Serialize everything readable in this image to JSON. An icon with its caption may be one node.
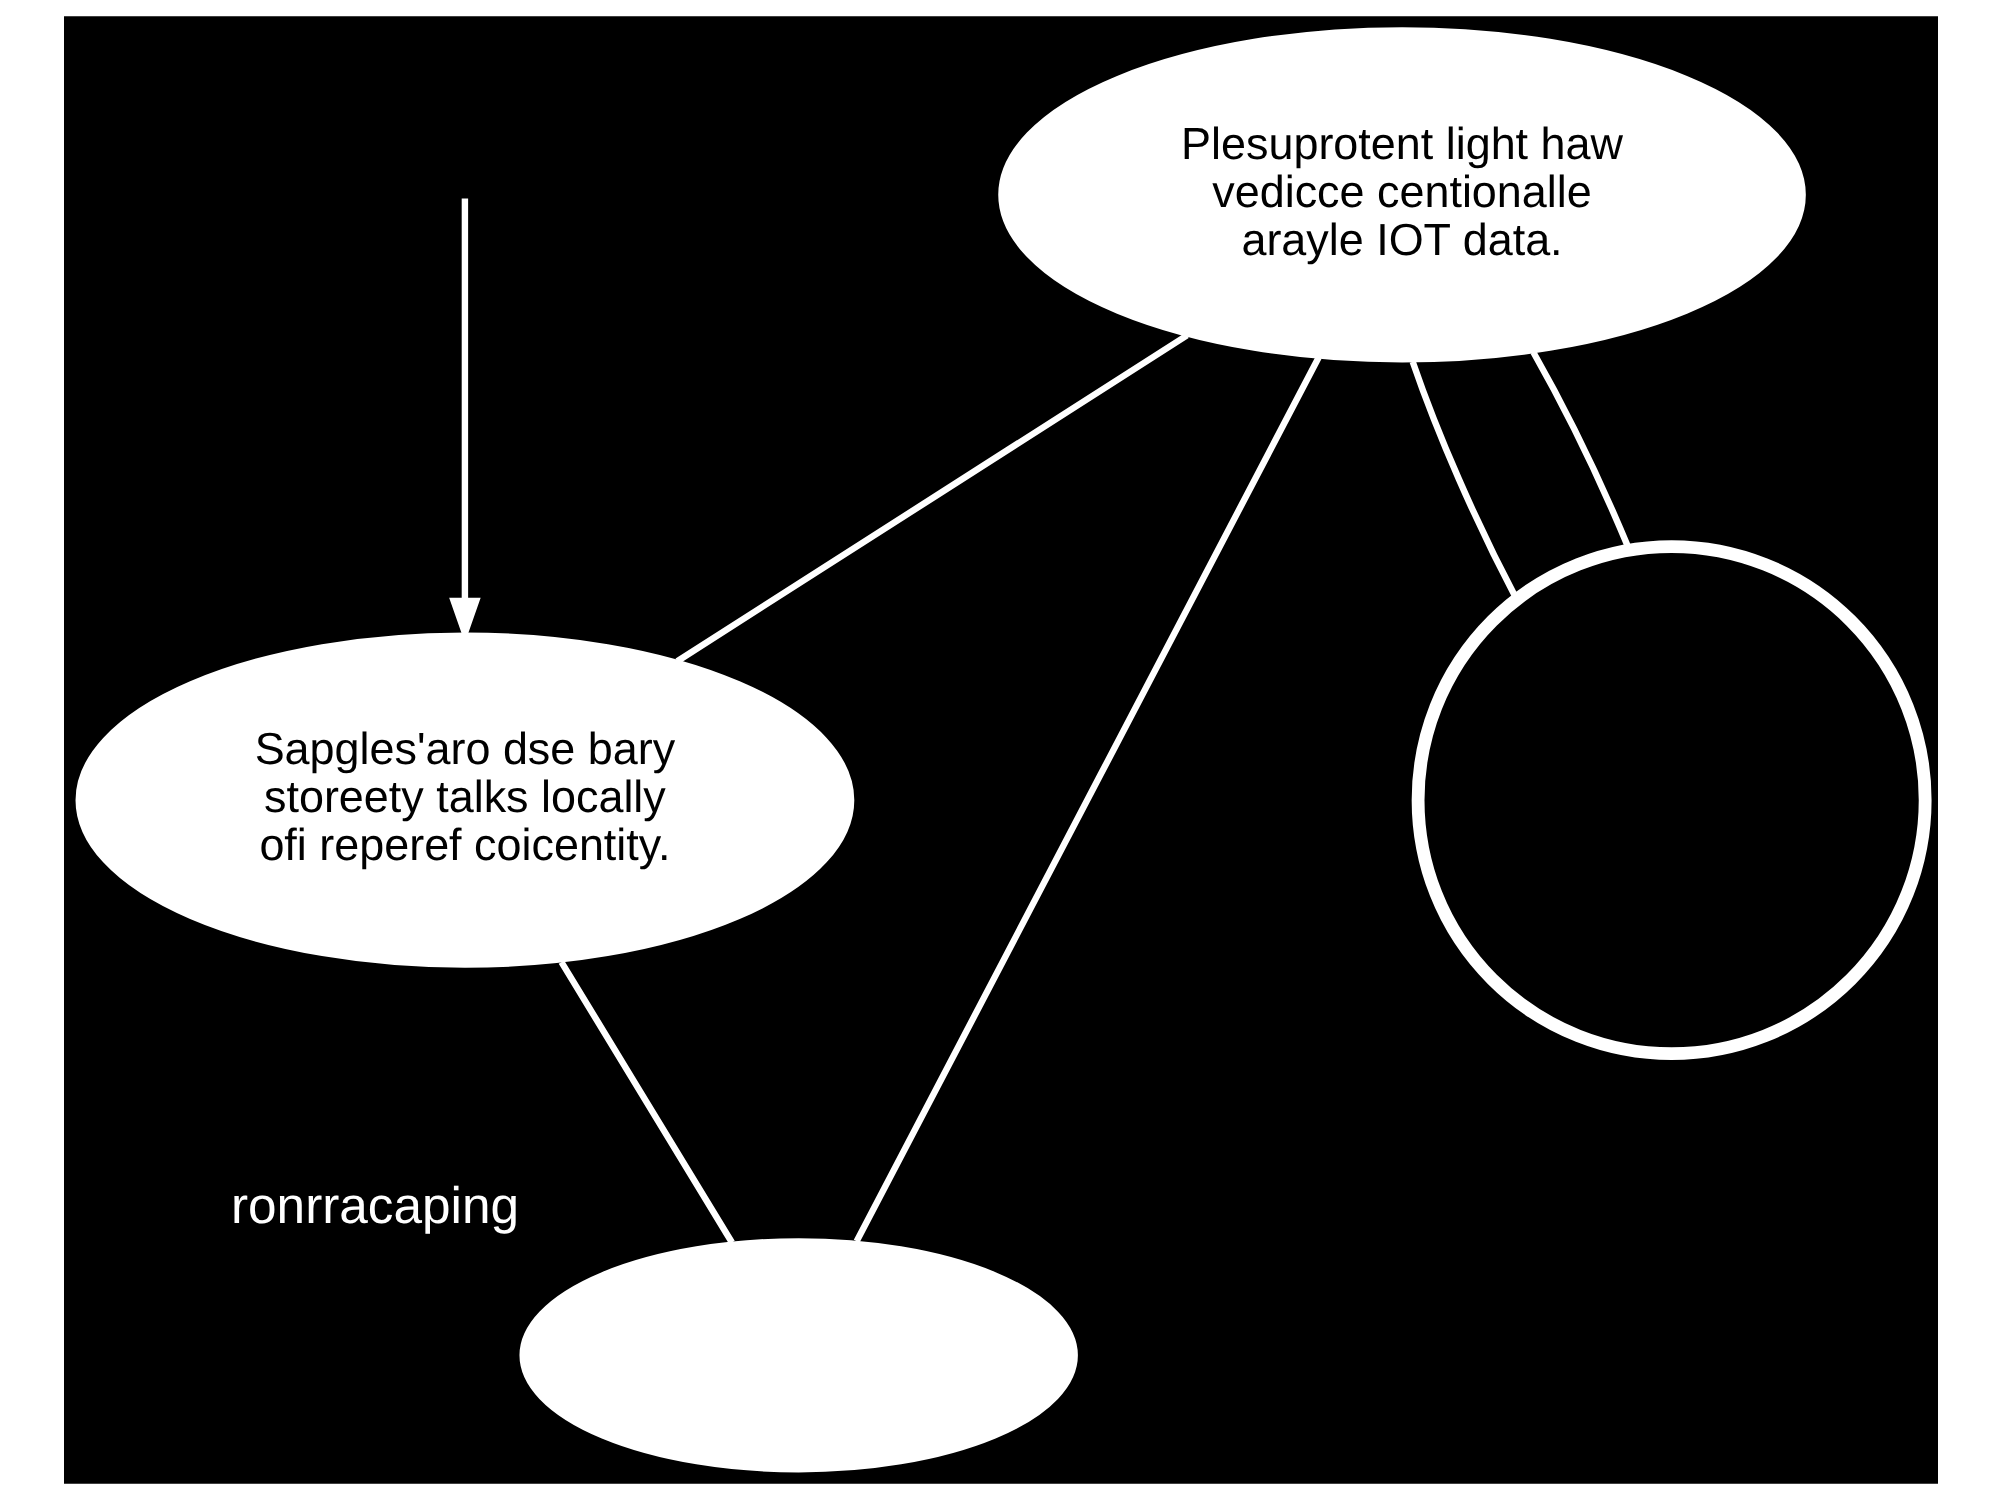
{
  "diagram": {
    "nodes": [
      {
        "text": [
          "Sapgles'aro dse bary storeety talks locally ofi reperef coicentity."
        ]
      },
      {
        "text": [
          "Plesuprotent light haw vedicce centionalle arayle IOT data."
        ]
      },
      {
        "text": [],
        "shape": "cloud",
        "beside": [
          "ronrracaping"
        ]
      },
      {
        "text": [],
        "shape": "circle"
      }
    ],
    "edges": [
      {
        "from": 1,
        "to": 0,
        "arrow": "none"
      },
      {
        "from": null,
        "to": 0,
        "arrow": "to"
      },
      {
        "from": 0,
        "to": 2,
        "arrow": "none"
      },
      {
        "from": 1,
        "to": 2,
        "arrow": "none"
      },
      {
        "from": 1,
        "to": 3,
        "arrow": "none"
      },
      {
        "from": 1,
        "to": 3,
        "arrow": "none"
      }
    ]
  }
}
